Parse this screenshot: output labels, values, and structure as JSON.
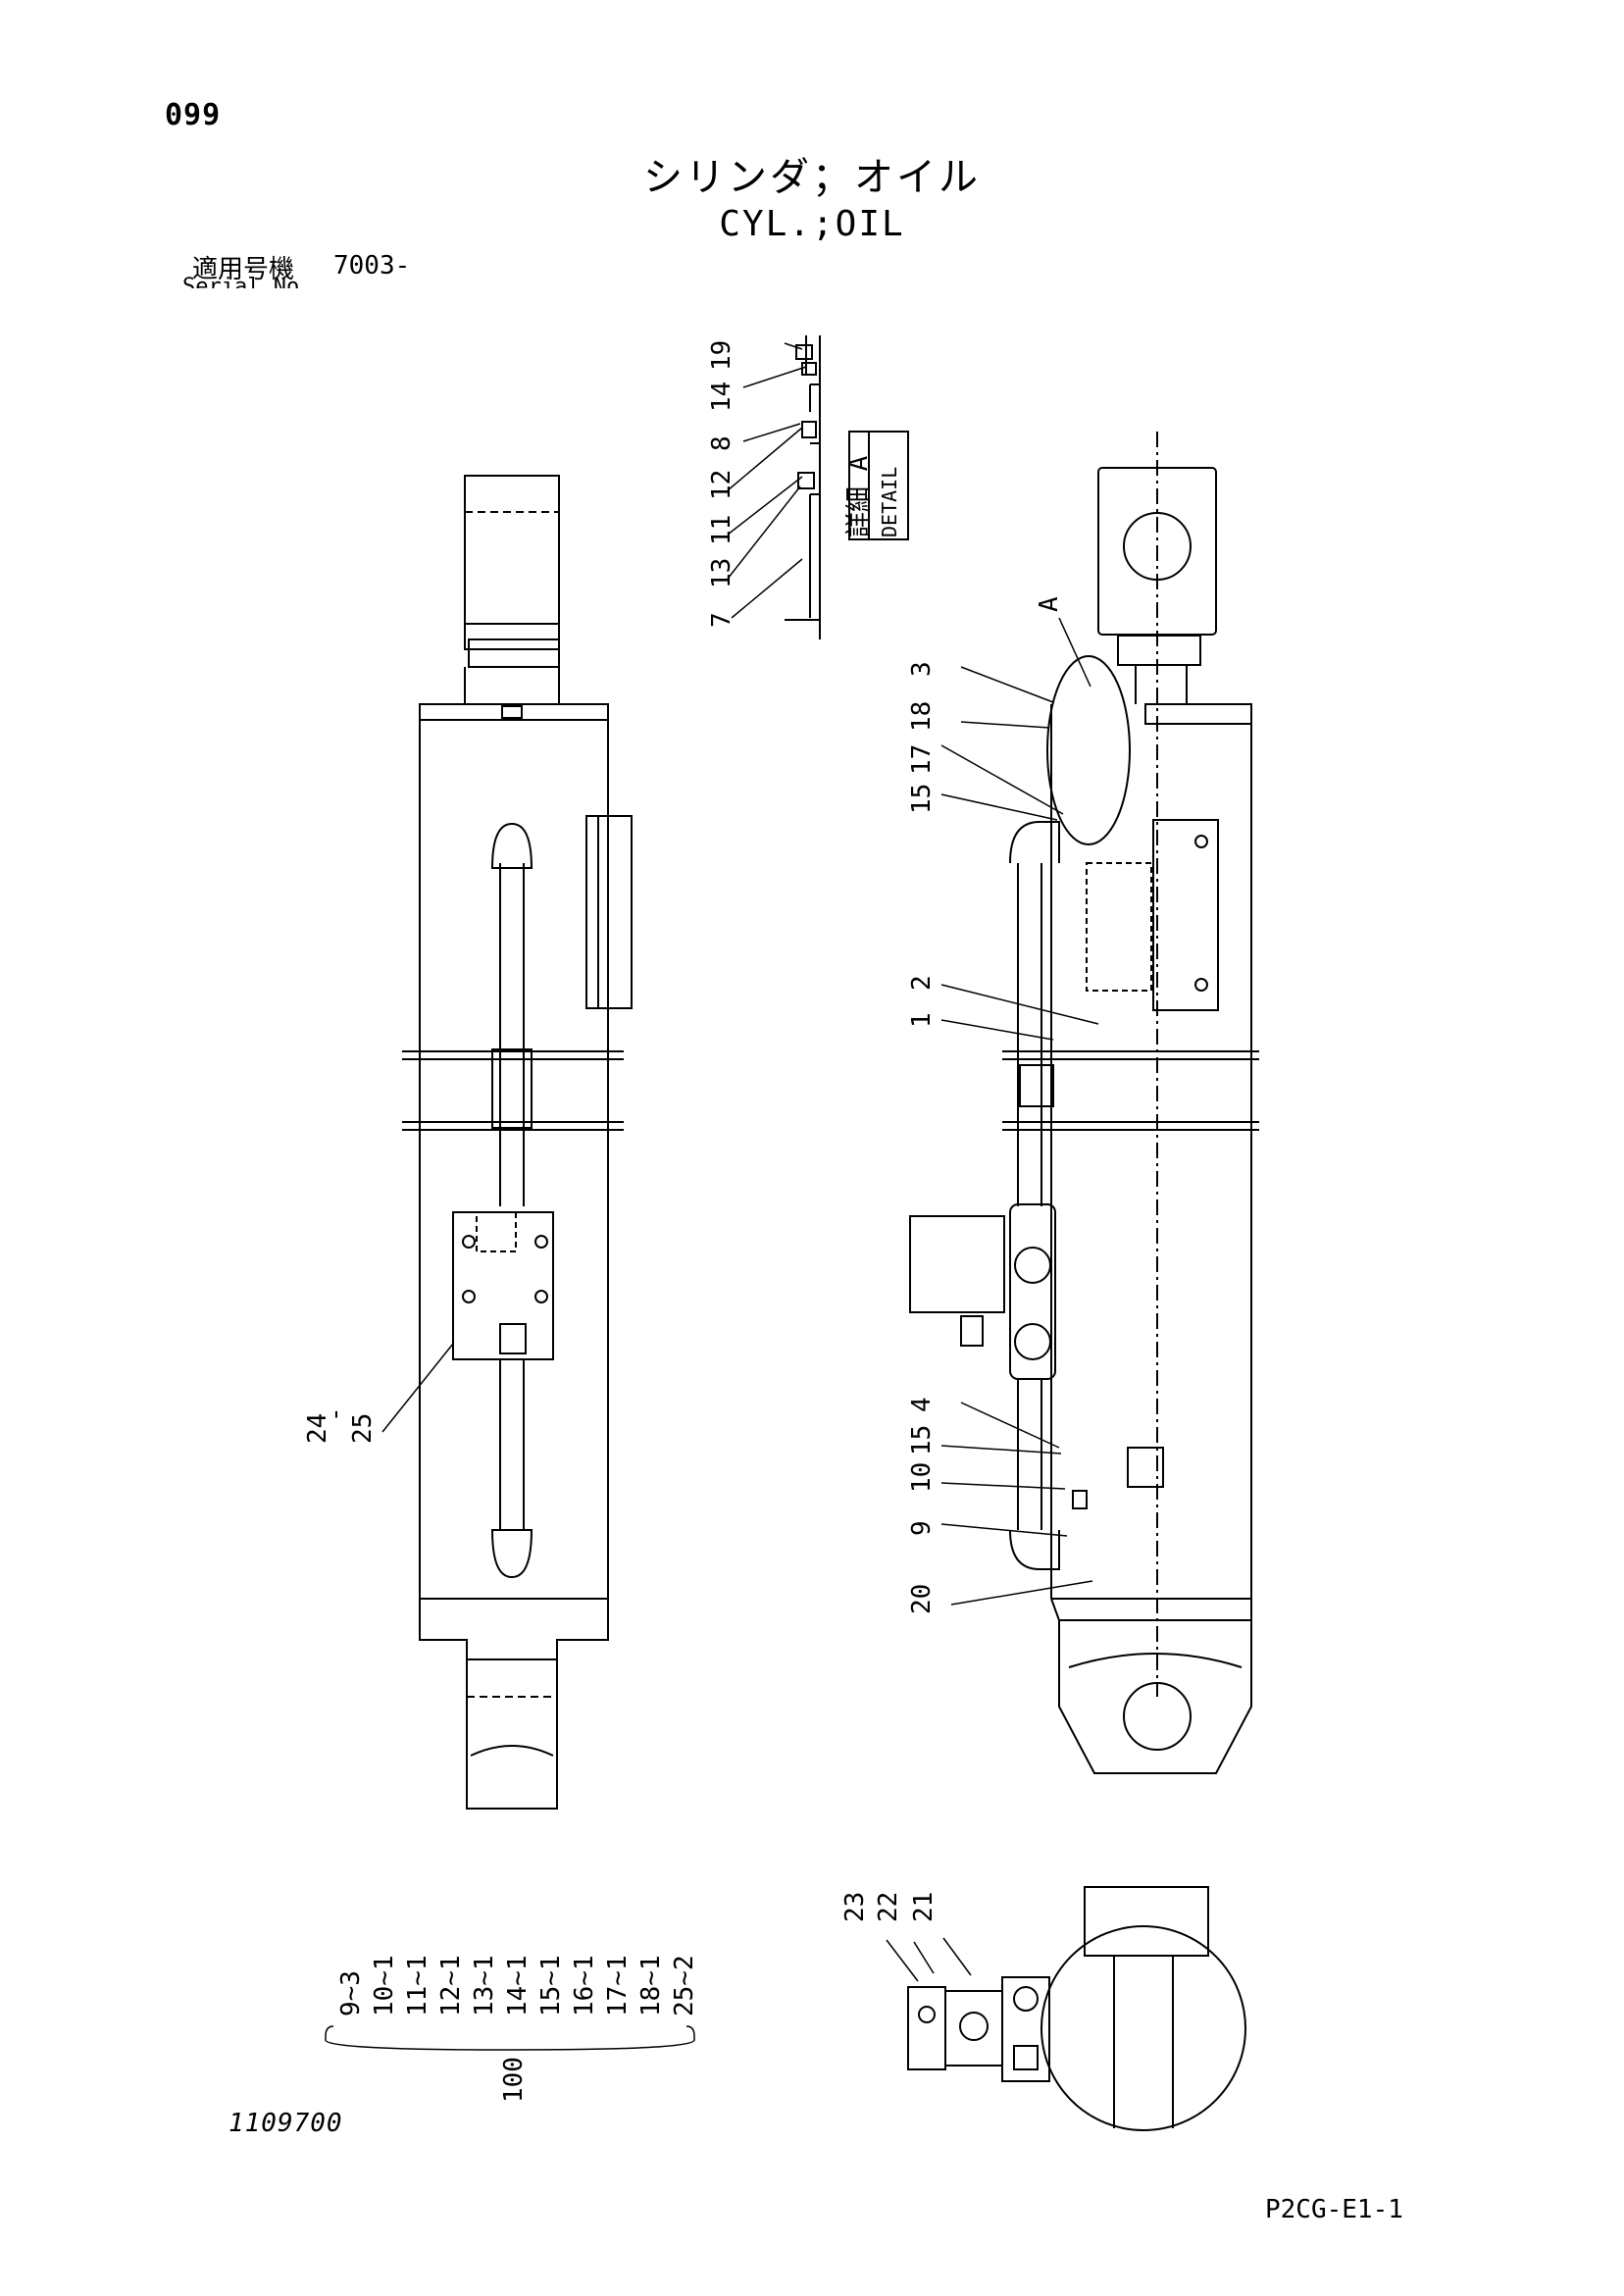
{
  "header": {
    "page_number": "099",
    "title_jp": "シリンダ；オイル",
    "title_en": "CYL.;OIL",
    "serial_label": "適用号機",
    "serial_value": "7003-",
    "serial_label_en": "Serial No."
  },
  "detail_box": {
    "line1": "詳細 A",
    "line2": "DETAIL"
  },
  "detail_a_callouts": [
    "19",
    "14",
    "8",
    "12",
    "11",
    "13",
    "7"
  ],
  "side_view_callouts": {
    "section_marker": "A",
    "top": [
      "3",
      "18",
      "17",
      "15",
      "2",
      "1"
    ],
    "bottom": [
      "4",
      "15",
      "10",
      "9",
      "20"
    ]
  },
  "front_view_callouts": [
    "24",
    "25"
  ],
  "end_view_callouts": [
    "23",
    "22",
    "21"
  ],
  "kit": {
    "items": [
      "9~3",
      "10~1",
      "11~1",
      "12~1",
      "13~1",
      "14~1",
      "15~1",
      "16~1",
      "17~1",
      "18~1",
      "25~2"
    ],
    "kit_number": "100"
  },
  "footer": {
    "drawing_number": "1109700",
    "sheet_id": "P2CG-E1-1"
  }
}
